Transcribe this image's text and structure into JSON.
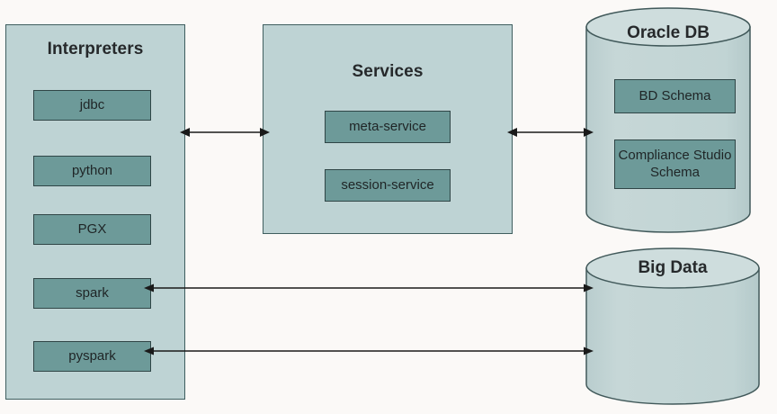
{
  "diagram": {
    "background_color": "#fbf9f7",
    "panel_color": "#bed3d4",
    "box_color": "#6d9a99",
    "border_color": "#3f5e5f",
    "text_color": "#1f2526"
  },
  "interpreters": {
    "title": "Interpreters",
    "items": [
      {
        "label": "jdbc"
      },
      {
        "label": "python"
      },
      {
        "label": "PGX"
      },
      {
        "label": "spark"
      },
      {
        "label": "pyspark"
      }
    ]
  },
  "services": {
    "title": "Services",
    "items": [
      {
        "label": "meta-service"
      },
      {
        "label": "session-service"
      }
    ]
  },
  "oracle_db": {
    "title": "Oracle DB",
    "schemas": [
      {
        "label": "BD Schema"
      },
      {
        "label": "Compliance Studio Schema"
      }
    ]
  },
  "big_data": {
    "title": "Big Data"
  },
  "connectors": [
    {
      "name": "interpreters-services",
      "direction": "bidirectional"
    },
    {
      "name": "services-oracle-db",
      "direction": "bidirectional"
    },
    {
      "name": "spark-big-data",
      "direction": "bidirectional"
    },
    {
      "name": "pyspark-big-data",
      "direction": "bidirectional"
    }
  ]
}
